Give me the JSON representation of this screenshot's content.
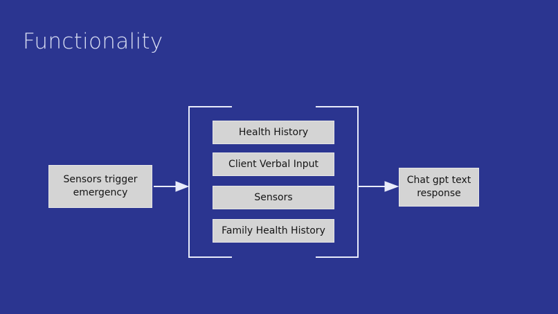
{
  "slide": {
    "title": "Functionality",
    "background_color": "#2b3590",
    "title_color": "#d8ddf2",
    "box_fill_color": "#d4d4d4",
    "box_text_color": "#141414",
    "line_color": "#e9ecfa"
  },
  "diagram": {
    "type": "flow",
    "input": {
      "label": "Sensors trigger emergency"
    },
    "group": {
      "bracket_label": "",
      "items": [
        {
          "label": "Health History"
        },
        {
          "label": "Client Verbal Input"
        },
        {
          "label": "Sensors"
        },
        {
          "label": "Family Health History"
        }
      ]
    },
    "output": {
      "label": "Chat gpt text response"
    },
    "arrows": [
      {
        "name": "input-to-group",
        "from": "Sensors trigger emergency",
        "to": "group"
      },
      {
        "name": "group-to-output",
        "from": "group",
        "to": "Chat gpt text response"
      }
    ]
  }
}
